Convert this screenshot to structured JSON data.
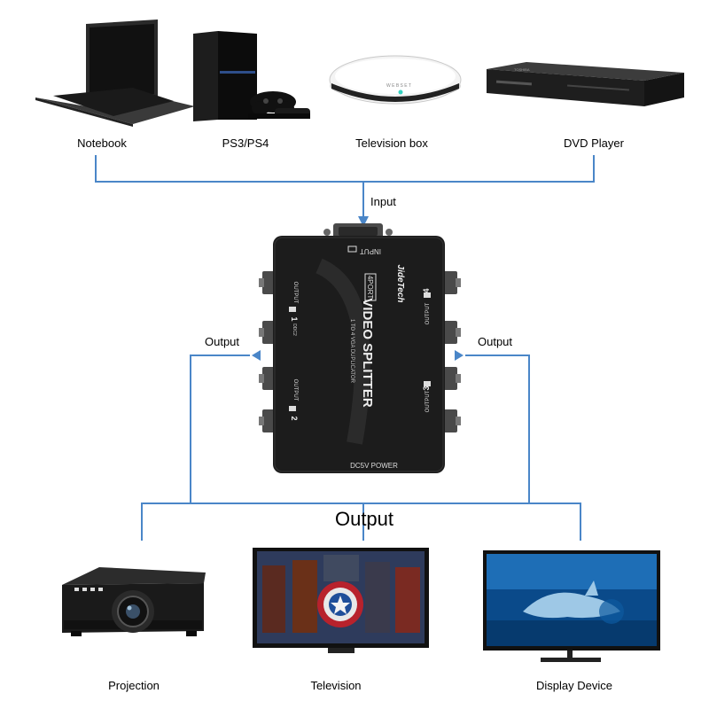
{
  "sources": [
    {
      "label": "Notebook",
      "icon": "notebook-icon"
    },
    {
      "label": "PS3/PS4",
      "icon": "game-console-icon"
    },
    {
      "label": "Television box",
      "icon": "tv-box-icon"
    },
    {
      "label": "DVD Player",
      "icon": "dvd-player-icon"
    }
  ],
  "input_label": "Input",
  "output_left_label": "Output",
  "output_right_label": "Output",
  "output_main_label": "Output",
  "device": {
    "brand": "JideTech",
    "badge": "4PORT",
    "title": "VIDEO SPLITTER",
    "subtitle": "1 TO 4 VGA DUPLICATOR",
    "input_port": "INPUT",
    "output1": "OUTPUT",
    "output1_num": "1",
    "output1_note": "DDC2",
    "output2": "OUTPUT",
    "output2_num": "2",
    "output3": "OUTPUT",
    "output3_num": "3",
    "output4": "OUTPUT",
    "output4_num": "4",
    "power": "DC5V  POWER"
  },
  "outputs": [
    {
      "label": "Projection",
      "icon": "projector-icon"
    },
    {
      "label": "Television",
      "icon": "television-icon"
    },
    {
      "label": "Display Device",
      "icon": "display-monitor-icon"
    }
  ],
  "colors": {
    "line": "#4a86c8",
    "device": "#1c1c1c",
    "port": "#4a4a4a"
  }
}
